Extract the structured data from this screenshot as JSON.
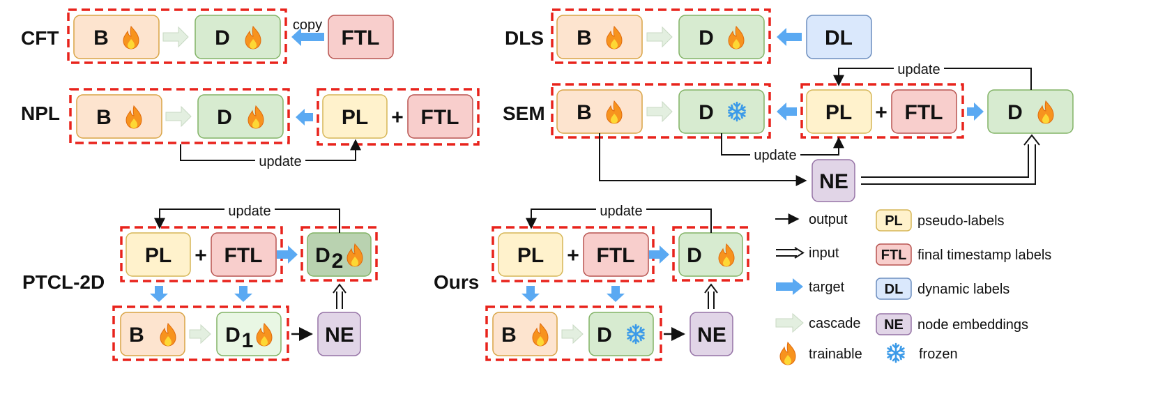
{
  "rows": {
    "cft": "CFT",
    "npl": "NPL",
    "dls": "DLS",
    "sem": "SEM",
    "ptcl": "PTCL-2D",
    "ours": "Ours"
  },
  "nodes": {
    "B": "B",
    "D": "D",
    "FTL": "FTL",
    "DL": "DL",
    "PL": "PL",
    "NE": "NE",
    "D1_base": "D",
    "D1_sub": "1",
    "D2_base": "D",
    "D2_sub": "2",
    "plus": "+"
  },
  "edge_labels": {
    "copy": "copy",
    "update": "update"
  },
  "legend": {
    "output": "output",
    "input": "input",
    "target": "target",
    "cascade": "cascade",
    "trainable": "trainable",
    "frozen": "frozen",
    "PL_key": "PL",
    "PL_desc": "pseudo-labels",
    "FTL_key": "FTL",
    "FTL_desc": "final timestamp labels",
    "DL_key": "DL",
    "DL_desc": "dynamic labels",
    "NE_key": "NE",
    "NE_desc": "node embeddings"
  },
  "colors": {
    "B_fill": "#fde4cf",
    "B_stroke": "#d9a445",
    "D_fill": "#d7ebd0",
    "D_stroke": "#82b366",
    "FTL_fill": "#f8cecc",
    "FTL_stroke": "#b85450",
    "DL_fill": "#dae8fc",
    "DL_stroke": "#6c8ebf",
    "PL_fill": "#fff2cc",
    "PL_stroke": "#d6b656",
    "NE_fill": "#e1d5e7",
    "NE_stroke": "#9673a6",
    "D2_fill": "#b9d2b0",
    "D1_fill": "#e9f7e4",
    "dash_red": "#e8231c",
    "target_blue": "#5aa9f2",
    "cascade_green": "#e3efe0",
    "flame_outer": "#f7931e",
    "flame_inner": "#fdd835",
    "snow": "#3b9ae8"
  },
  "icons": [
    "flame-icon",
    "snowflake-icon"
  ]
}
